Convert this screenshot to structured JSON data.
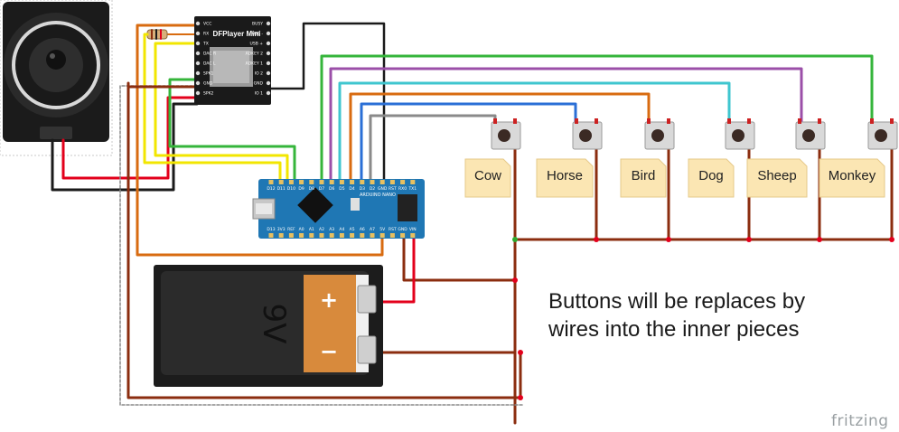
{
  "colors": {
    "wire_red": "#e3001b",
    "wire_black": "#1a1a1a",
    "wire_brown": "#8b2d0f",
    "wire_orange": "#d86b10",
    "wire_yellow": "#f2e600",
    "wire_green": "#35b53b",
    "wire_purple": "#9b4fa8",
    "wire_cyan": "#3fc6cf",
    "wire_blue": "#2a6fd6",
    "wire_gray": "#8a8a8a",
    "nano_board": "#1f77b4",
    "note_fill": "#fbe6b3",
    "battery_body": "#d88a3c",
    "battery_case": "#1c1c1c"
  },
  "speaker": {
    "icon": "speaker-icon"
  },
  "dfplayer": {
    "title": "DFPlayer Mini",
    "pins_left": [
      "VCC",
      "RX",
      "TX",
      "DAC R",
      "DAC L",
      "SPK1",
      "GND",
      "SPK2"
    ],
    "pins_right": [
      "BUSY",
      "USB -",
      "USB +",
      "ADKEY 2",
      "ADKEY 1",
      "IO 2",
      "GND",
      "IO 1"
    ]
  },
  "nano": {
    "label": "ARDUINO NANO",
    "top_pins": [
      "D12",
      "D11",
      "D10",
      "D9",
      "D8",
      "D7",
      "D6",
      "D5",
      "D4",
      "D3",
      "D2",
      "GND",
      "RST",
      "RX0",
      "TX1"
    ],
    "bottom_pins": [
      "D13",
      "3V3",
      "REF",
      "A0",
      "A1",
      "A2",
      "A3",
      "A4",
      "A5",
      "A6",
      "A7",
      "5V",
      "RST",
      "GND",
      "VIN"
    ]
  },
  "battery": {
    "label": "9V",
    "plus": "+",
    "minus": "−"
  },
  "buttons": [
    {
      "label": "Cow"
    },
    {
      "label": "Horse"
    },
    {
      "label": "Bird"
    },
    {
      "label": "Dog"
    },
    {
      "label": "Sheep"
    },
    {
      "label": "Monkey"
    }
  ],
  "caption_lines": [
    "Buttons will be replaces by",
    "wires into the inner pieces"
  ],
  "brand": "fritzing"
}
